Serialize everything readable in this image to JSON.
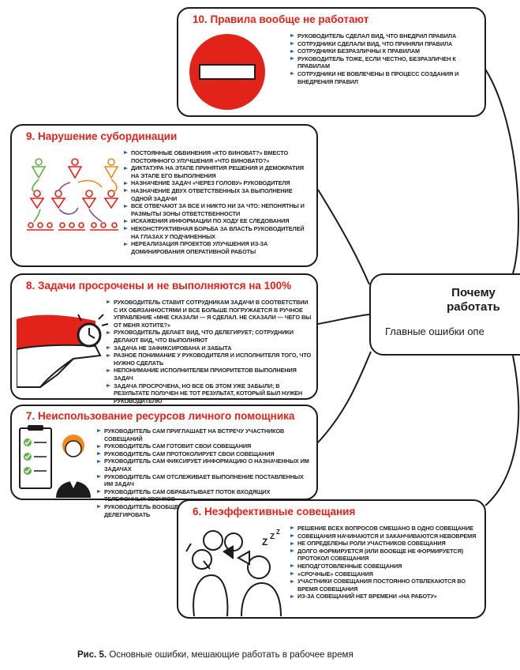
{
  "center": {
    "title": "Почему работать",
    "subtitle": "Главные ошибки опе"
  },
  "boxes": [
    {
      "title": "10. Правила вообще не работают",
      "items": [
        "Руководитель сделал вид, что внедрил правила",
        "Сотрудники сделали вид, что приняли правила",
        "Сотрудники безразличны к правилам",
        "Руководитель тоже, если честно, безразличен к правилам",
        "Сотрудники не вовлечены в процесс создания и внедрения правил"
      ]
    },
    {
      "title": "9. Нарушение субординации",
      "items": [
        "Постоянные обвинения «Кто виноват?» вместо постоянного улучшения «Что виновато?»",
        "Диктатура на этапе принятия решения и демократия на этапе его выполнения",
        "Назначение задач «через голову» руководителя",
        "Назначение двух ответственных за выполнение одной задачи",
        "Все отвечают за все и никто ни за что: непонятны и размыты зоны ответственности",
        "Искажения информации по ходу ее следования",
        "Неконструктивная борьба за власть руководителей на глазах у подчиненных",
        "Нереализация проектов улучшения из-за доминирования оперативной работы"
      ]
    },
    {
      "title": "8. Задачи просрочены и не выполняются на 100%",
      "items": [
        "Руководитель ставит сотрудникам задачи в соответствии с их обязанностями и все больше погружается в ручное управление «Мне сказали — я сделал. Не сказали — чего вы от меня хотите?»",
        "Руководитель делает вид, что делегирует; сотрудники делают вид, что выполняют",
        "Задача не зафиксирована и забыта",
        "Разное понимание у руководителя и исполнителя того, что нужно сделать",
        "Непонимание исполнителем приоритетов выполнения задач",
        "Задача просрочена, но все об этом уже забыли; в результате получен не тот результат, который был нужен руководителю"
      ]
    },
    {
      "title": "7. Неиспользование ресурсов личного помощника",
      "items": [
        "Руководитель сам приглашает на встречу участников совещаний",
        "Руководитель сам готовит свои совещания",
        "Руководитель сам протоколирует свои совещания",
        "Руководитель сам фиксирует информацию о назначенных им задачах",
        "Руководитель сам отслеживает выполнение поставленных им задач",
        "Руководитель сам обрабатывает поток входящих телефонных звонков",
        "Руководитель вообще делает сам все, что может делегировать"
      ]
    },
    {
      "title": "6. Неэффективные совещания",
      "items": [
        "Решение всех вопросов смешано в одно совещание",
        "Совещания начинаются и заканчиваются невовремя",
        "Не определены роли участников совещания",
        "Долго формируется (или вообще не формируется) протокол совещания",
        "Неподготовленные совещания",
        "«Срочные» совещания",
        "Участники совещания постоянно отвлекаются во время совещания",
        "Из-за совещаний нет времени «на работу»"
      ]
    }
  ],
  "caption": {
    "label": "Рис. 5.",
    "text": " Основные ошибки, мешающие работать в рабочее время"
  },
  "colors": {
    "title_red": "#e2231a",
    "bullet_blue": "#2a5ea8",
    "border": "#1c1c1c",
    "illus_orange": "#f08a1c",
    "illus_green": "#5fb246",
    "illus_purple": "#7b4fa0"
  },
  "icons": [
    "no-entry-sign-icon",
    "org-chart-icon",
    "wristwatch-icon",
    "assistant-checklist-icon",
    "meeting-crowd-icon"
  ]
}
